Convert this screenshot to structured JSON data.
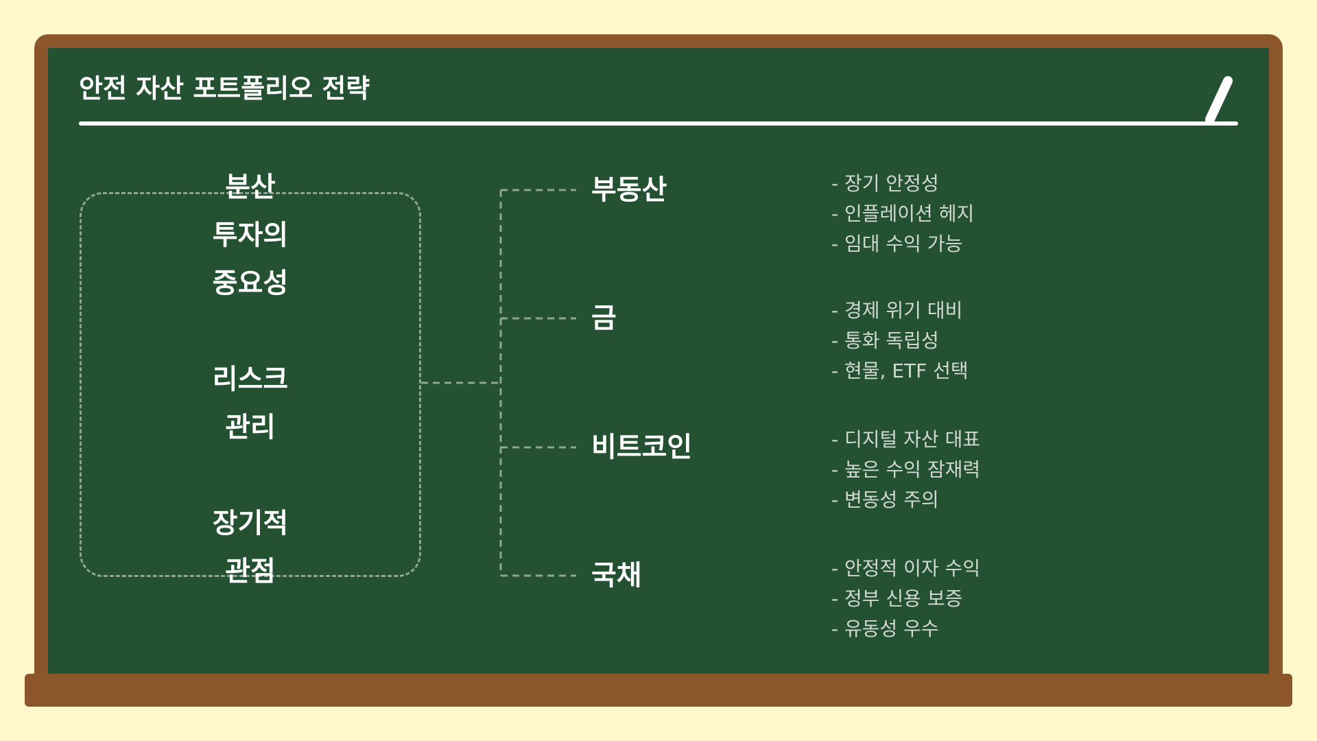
{
  "title": "안전 자산 포트폴리오 전략",
  "core": {
    "lines": [
      "분산",
      "투자의",
      "중요성",
      "",
      "리스크",
      "관리",
      "",
      "장기적",
      "관점"
    ]
  },
  "categories": [
    {
      "label": "부동산",
      "points": [
        "- 장기 안정성",
        "- 인플레이션 헤지",
        "- 임대 수익 가능"
      ]
    },
    {
      "label": "금",
      "points": [
        "- 경제 위기 대비",
        "- 통화 독립성",
        "- 현물, ETF 선택"
      ]
    },
    {
      "label": "비트코인",
      "points": [
        "- 디지털 자산 대표",
        "- 높은 수익 잠재력",
        "- 변동성 주의"
      ]
    },
    {
      "label": "국채",
      "points": [
        "- 안정적 이자 수익",
        "- 정부 신용 보증",
        "- 유동성 우수"
      ]
    }
  ],
  "colors": {
    "background": "#FFF8CC",
    "frame": "#8B572A",
    "board": "#235131",
    "chalk": "#FFFFFF",
    "connector": "#8FA596"
  }
}
